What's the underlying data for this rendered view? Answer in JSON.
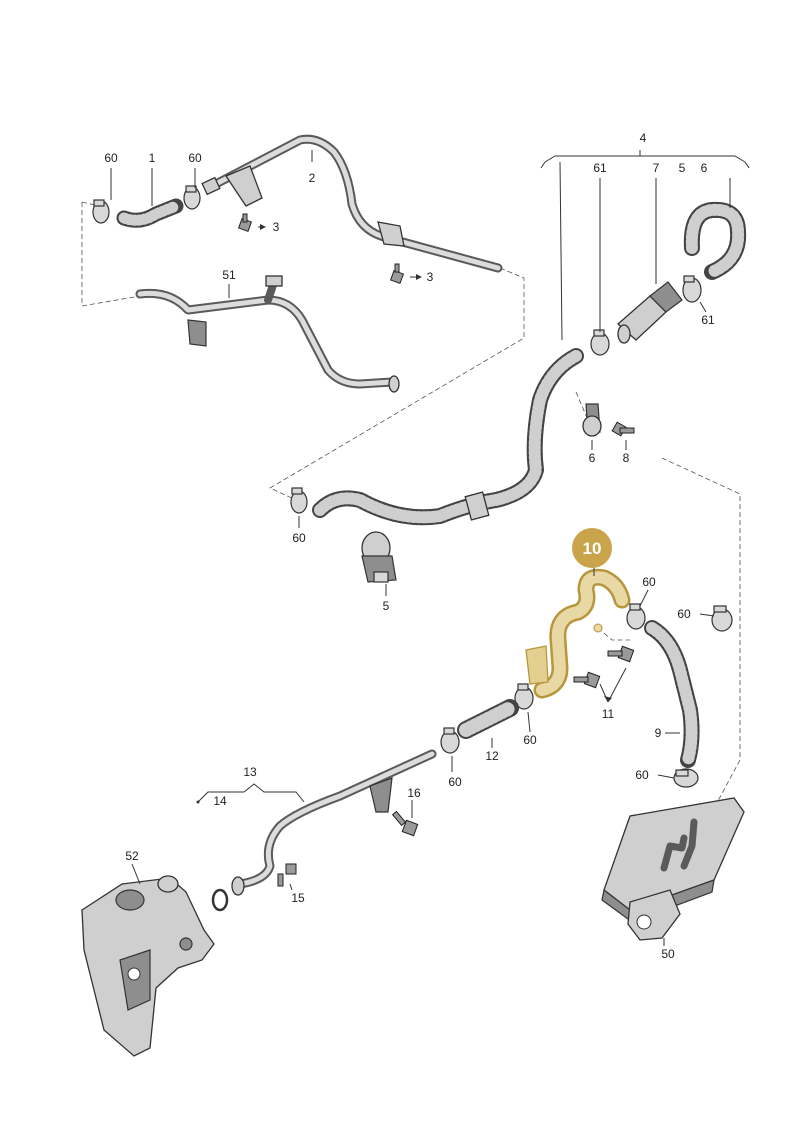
{
  "diagram": {
    "highlight_color": "#c9a44a",
    "labels": {
      "l60a": "60",
      "l1": "1",
      "l60b": "60",
      "l2": "2",
      "l3a": "3",
      "l3b": "3",
      "l51": "51",
      "l4": "4",
      "l61a": "61",
      "l7": "7",
      "l5a": "5",
      "l6a": "6",
      "l61b": "61",
      "l6b": "6",
      "l8": "8",
      "l60c": "60",
      "l5b": "5",
      "l10": "10",
      "l60d": "60",
      "l60e": "60",
      "l11": "11",
      "l60f": "60",
      "l9": "9",
      "l12": "12",
      "l60g": "60",
      "l60h": "60",
      "l13": "13",
      "l14": "14",
      "l16": "16",
      "l52": "52",
      "l15": "15",
      "l50": "50"
    }
  }
}
